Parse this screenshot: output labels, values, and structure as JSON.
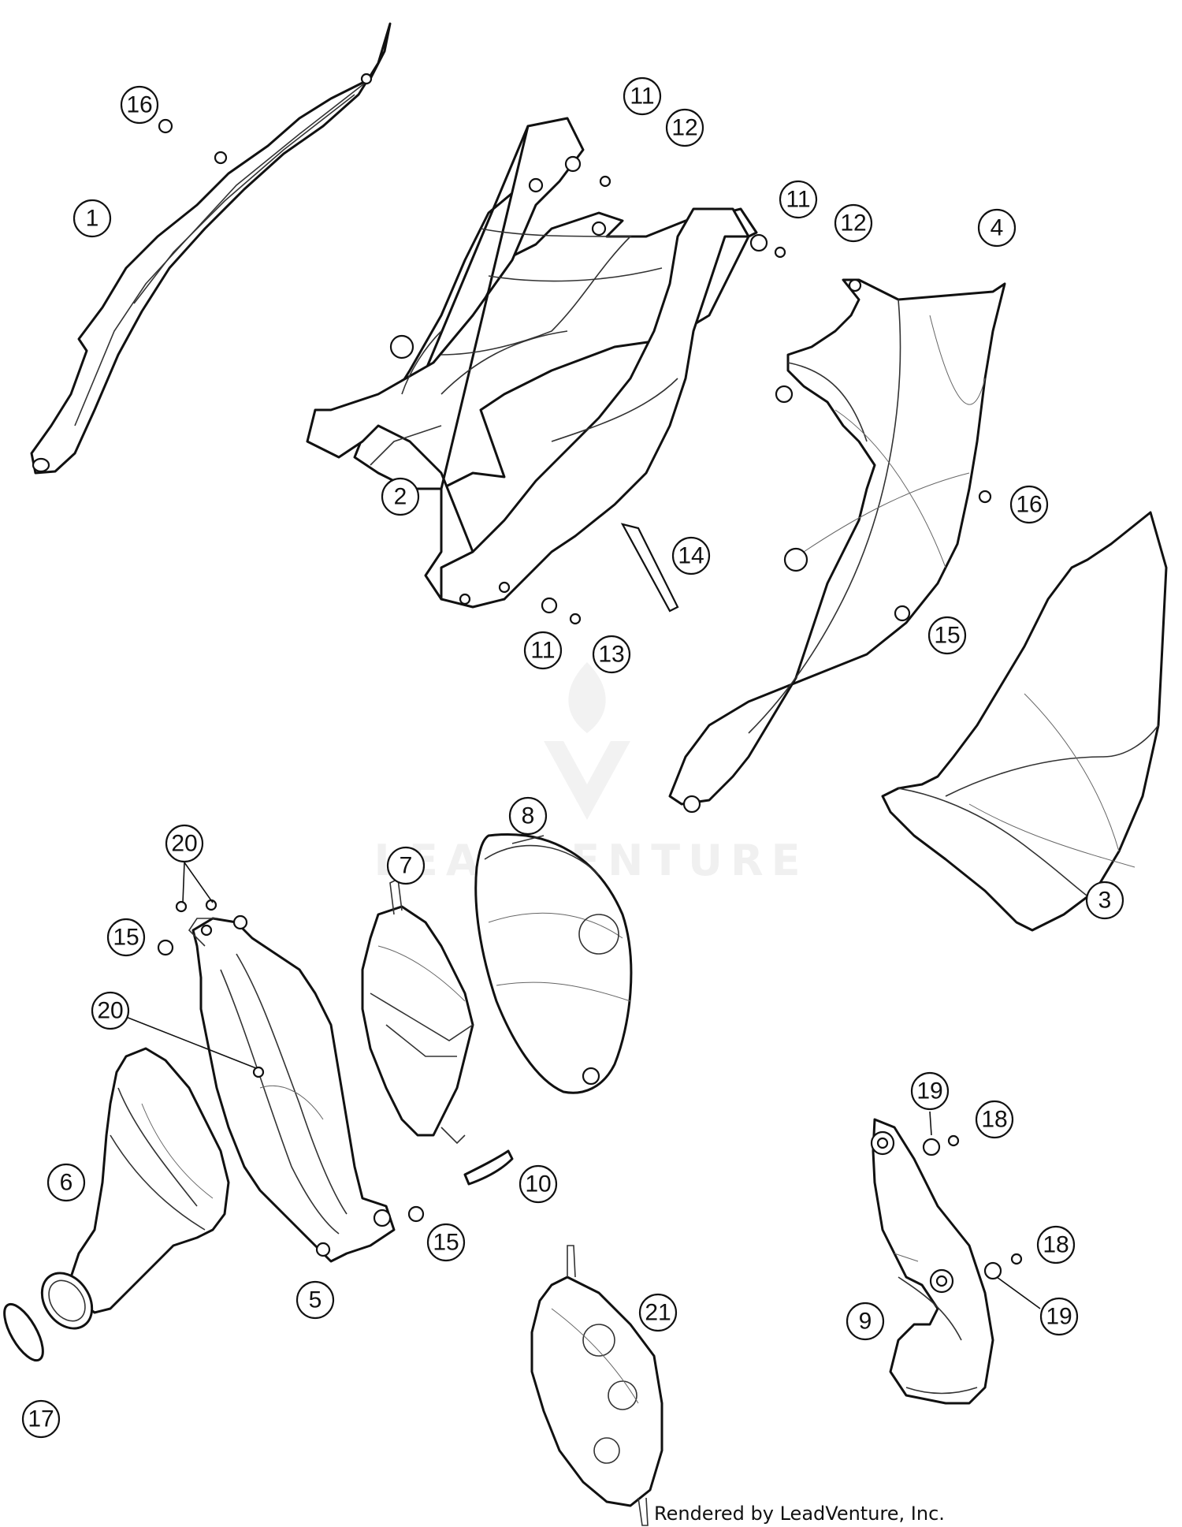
{
  "diagram": {
    "callouts": [
      {
        "id": "c1",
        "label": "1"
      },
      {
        "id": "c2",
        "label": "2"
      },
      {
        "id": "c3",
        "label": "3"
      },
      {
        "id": "c4",
        "label": "4"
      },
      {
        "id": "c5",
        "label": "5"
      },
      {
        "id": "c6",
        "label": "6"
      },
      {
        "id": "c7",
        "label": "7"
      },
      {
        "id": "c8",
        "label": "8"
      },
      {
        "id": "c9",
        "label": "9"
      },
      {
        "id": "c10",
        "label": "10"
      },
      {
        "id": "c11a",
        "label": "11"
      },
      {
        "id": "c11b",
        "label": "11"
      },
      {
        "id": "c11c",
        "label": "11"
      },
      {
        "id": "c12a",
        "label": "12"
      },
      {
        "id": "c12b",
        "label": "12"
      },
      {
        "id": "c13",
        "label": "13"
      },
      {
        "id": "c14",
        "label": "14"
      },
      {
        "id": "c15a",
        "label": "15"
      },
      {
        "id": "c15b",
        "label": "15"
      },
      {
        "id": "c15c",
        "label": "15"
      },
      {
        "id": "c16a",
        "label": "16"
      },
      {
        "id": "c16b",
        "label": "16"
      },
      {
        "id": "c17",
        "label": "17"
      },
      {
        "id": "c18a",
        "label": "18"
      },
      {
        "id": "c18b",
        "label": "18"
      },
      {
        "id": "c19a",
        "label": "19"
      },
      {
        "id": "c19b",
        "label": "19"
      },
      {
        "id": "c20a",
        "label": "20"
      },
      {
        "id": "c20b",
        "label": "20"
      },
      {
        "id": "c21",
        "label": "21"
      }
    ],
    "watermark": "LEADVENTURE",
    "footer": "Rendered by LeadVenture, Inc."
  }
}
